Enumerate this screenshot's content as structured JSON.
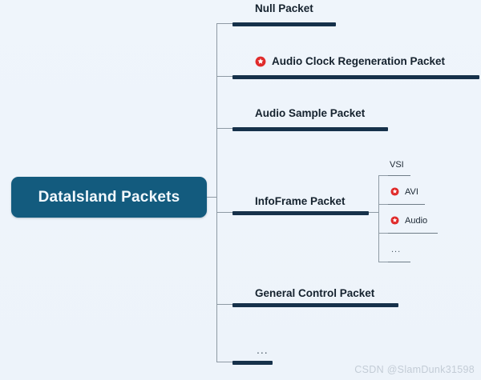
{
  "diagram": {
    "type": "mind-map",
    "background_color": "#eef5fc",
    "root": {
      "label": "DataIsland Packets",
      "fill_color": "#135b7e",
      "text_color": "#f2f8fd"
    },
    "branch_color": "#16314a",
    "connector_color": "#8e9aa4",
    "badge_color": "#e02b2b",
    "branches": [
      {
        "label": "Null Packet",
        "has_badge": false,
        "badge_icon": "",
        "children": []
      },
      {
        "label": "Audio Clock Regeneration Packet",
        "has_badge": true,
        "badge_icon": "red-star-badge-icon",
        "children": []
      },
      {
        "label": "Audio Sample Packet",
        "has_badge": false,
        "badge_icon": "",
        "children": []
      },
      {
        "label": "InfoFrame Packet",
        "has_badge": false,
        "badge_icon": "",
        "children": [
          {
            "label": "VSI",
            "has_badge": false,
            "badge_icon": ""
          },
          {
            "label": "AVI",
            "has_badge": true,
            "badge_icon": "red-star-badge-icon"
          },
          {
            "label": "Audio",
            "has_badge": true,
            "badge_icon": "red-star-badge-icon"
          },
          {
            "label": "...",
            "has_badge": false,
            "badge_icon": ""
          }
        ]
      },
      {
        "label": "General Control Packet",
        "has_badge": false,
        "badge_icon": "",
        "children": []
      },
      {
        "label": "...",
        "has_badge": false,
        "badge_icon": "",
        "children": []
      }
    ]
  },
  "watermark": {
    "text": "CSDN @SlamDunk31598"
  }
}
